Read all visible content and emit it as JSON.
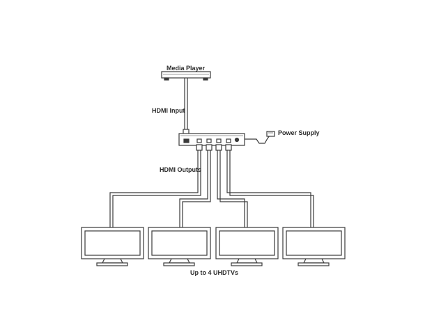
{
  "labels": {
    "media_player": "Media Player",
    "hdmi_input": "HDMI Input",
    "power_supply": "Power Supply",
    "hdmi_outputs": "HDMI Outputs",
    "displays": "Up to 4 UHDTVs"
  },
  "tv_count": 4,
  "colors": {
    "line": "#3a3a3a",
    "background": "#ffffff"
  }
}
